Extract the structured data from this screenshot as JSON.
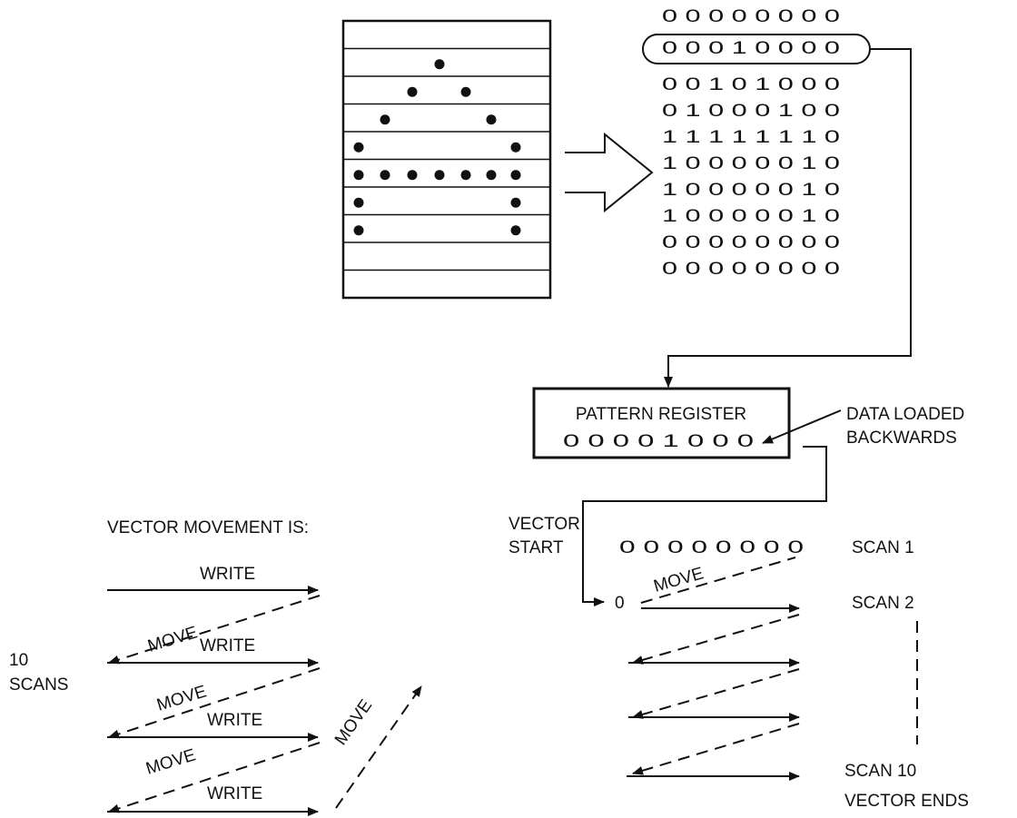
{
  "grid": {
    "rows": 10,
    "cols": 7,
    "dots": [
      [
        0,
        0,
        0,
        0,
        0,
        0,
        0
      ],
      [
        0,
        0,
        0,
        1,
        0,
        0,
        0
      ],
      [
        0,
        0,
        1,
        0,
        1,
        0,
        0
      ],
      [
        0,
        1,
        0,
        0,
        0,
        1,
        0
      ],
      [
        1,
        0,
        0,
        0,
        0,
        0,
        1
      ],
      [
        1,
        1,
        1,
        1,
        1,
        1,
        1
      ],
      [
        1,
        0,
        0,
        0,
        0,
        0,
        1
      ],
      [
        1,
        0,
        0,
        0,
        0,
        0,
        1
      ],
      [
        0,
        0,
        0,
        0,
        0,
        0,
        0
      ],
      [
        0,
        0,
        0,
        0,
        0,
        0,
        0
      ]
    ]
  },
  "bitmap_rows": [
    "0 0 0 0 0 0 0 0",
    "0 0 0 1 0 0 0 0",
    "0 0 1 0 1 0 0 0",
    "0 1 0 0 0 1 0 0",
    "1 1 1 1 1 1 1 0",
    "1 0 0 0 0 0 1 0",
    "1 0 0 0 0 0 1 0",
    "1 0 0 0 0 0 1 0",
    "0 0 0 0 0 0 0 0",
    "0 0 0 0 0 0 0 0"
  ],
  "register": {
    "title": "PATTERN REGISTER",
    "value": "0 0 0 0 1 0 0 0"
  },
  "data_loaded_label": [
    "DATA LOADED",
    "BACKWARDS"
  ],
  "vector_start_label": [
    "VECTOR",
    "START"
  ],
  "scan_row_value": "0 0 0 0 0 0 0 0",
  "start_bit": "0",
  "scan_labels": {
    "scan1": "SCAN 1",
    "scan2": "SCAN 2",
    "scan10": "SCAN 10",
    "vector_ends": "VECTOR ENDS"
  },
  "movement_title": "VECTOR MOVEMENT IS:",
  "scans_count_label": [
    "10",
    "SCANS"
  ],
  "write_label": "WRITE",
  "move_label": "MOVE"
}
